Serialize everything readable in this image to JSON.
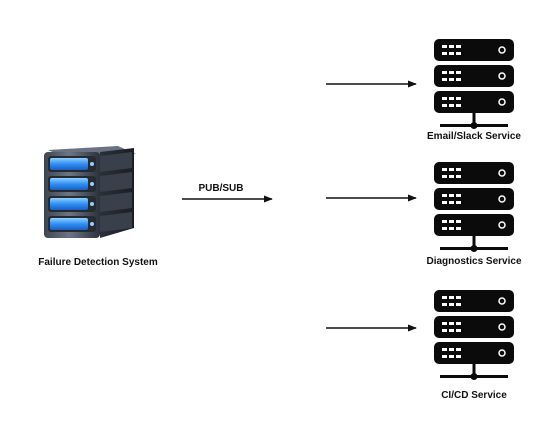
{
  "source": {
    "label": "Failure  Detection System"
  },
  "channel": {
    "label": "PUB/SUB"
  },
  "services": [
    {
      "label": "Email/Slack Service",
      "icon": "server-rack-icon"
    },
    {
      "label": "Diagnostics Service",
      "icon": "server-rack-icon"
    },
    {
      "label": "CI/CD Service",
      "icon": "server-rack-icon"
    }
  ],
  "colors": {
    "rack_body": "#0b0b0b",
    "accent_blue": "#2f8ff5",
    "source_casing": "#5a6270"
  }
}
